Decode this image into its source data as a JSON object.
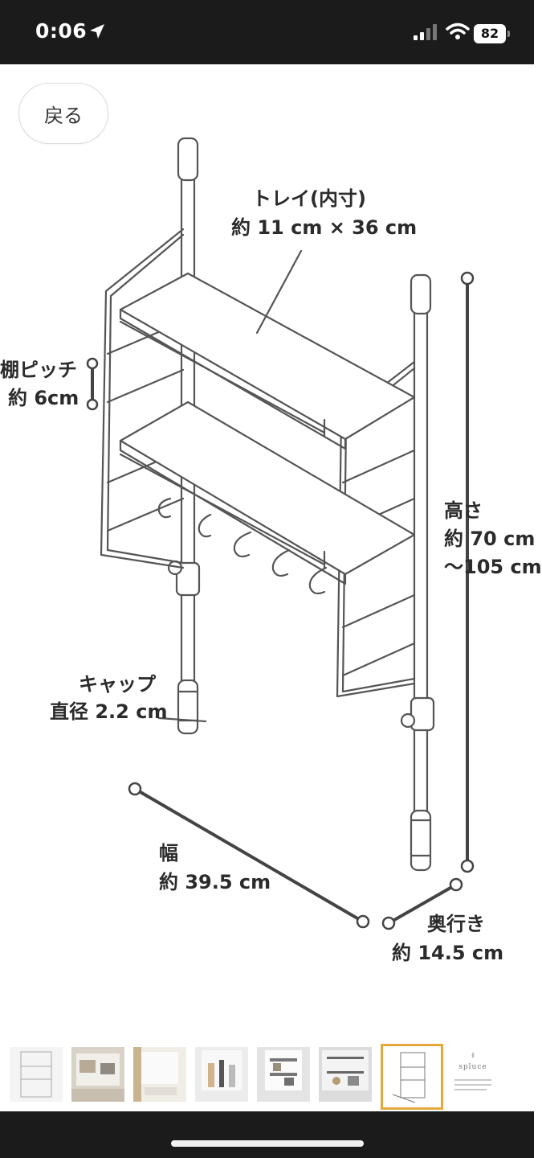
{
  "status_bar": {
    "time": "0:06",
    "battery": "82"
  },
  "nav": {
    "back_label": "戻る"
  },
  "diagram": {
    "tray_title": "トレイ(内寸)",
    "tray_size": "約 11 cm × 36 cm",
    "pitch_title": "棚ピッチ",
    "pitch_size": "約 6cm",
    "height_title": "高さ",
    "height_min": "約 70 cm",
    "height_max": "〜105 cm",
    "cap_title": "キャップ",
    "cap_size": "直径 2.2 cm",
    "width_title": "幅",
    "width_size": "約 39.5 cm",
    "depth_title": "奥行き",
    "depth_size": "約 14.5 cm"
  },
  "thumbnail_strip": {
    "count": 8,
    "selected_index": 6,
    "last_thumb_text": "spluce"
  },
  "colors": {
    "accent_selected": "#e7a73a",
    "bars": "#1b1b1b"
  }
}
